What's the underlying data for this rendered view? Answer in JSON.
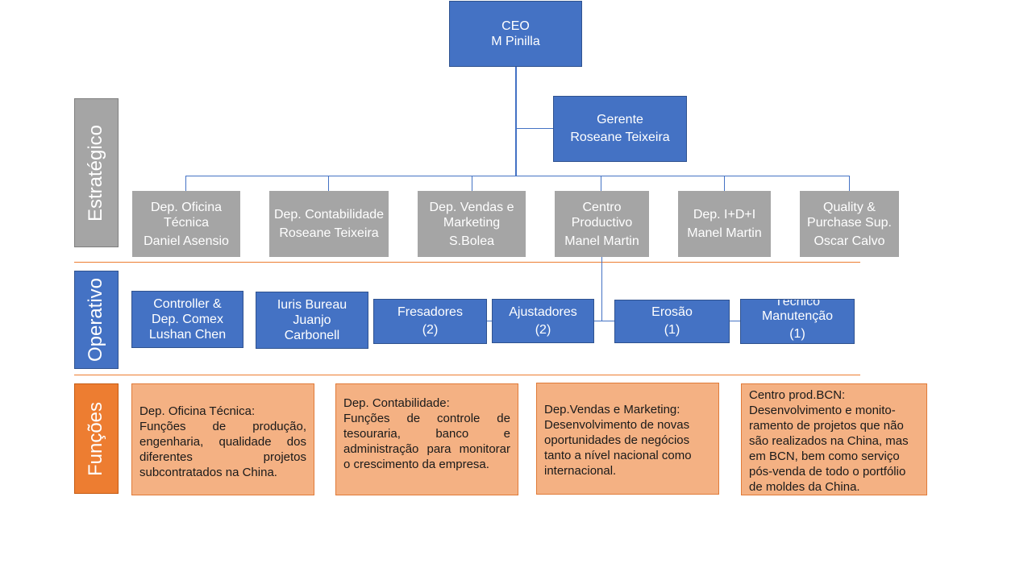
{
  "rows": {
    "estrategico": "Estratégico",
    "operativo": "Operativo",
    "funcoes": "Funções"
  },
  "ceo": {
    "title": "CEO",
    "name": "M Pinilla"
  },
  "gerente": {
    "title": "Gerente",
    "name": "Roseane Teixeira"
  },
  "departments": [
    {
      "title": "Dep. Oficina Técnica",
      "name": "Daniel Asensio"
    },
    {
      "title": "Dep. Contabilidade",
      "name": "Roseane Teixeira"
    },
    {
      "title": "Dep. Vendas e Marketing",
      "name": "S.Bolea"
    },
    {
      "title": "Centro Productivo",
      "name": "Manel Martin"
    },
    {
      "title": "Dep. I+D+I",
      "name": "Manel Martin"
    },
    {
      "title": "Quality & Purchase Sup.",
      "name": "Oscar Calvo"
    }
  ],
  "operativo": [
    {
      "title": "Controller & Dep. Comex",
      "name": "Lushan Chen"
    },
    {
      "title": "Iuris Bureau",
      "name": "Juanjo Carbonell"
    },
    {
      "title": "Fresadores",
      "count": "(2)"
    },
    {
      "title": "Ajustadores",
      "count": "(2)"
    },
    {
      "title": "Erosão",
      "count": "(1)"
    },
    {
      "title": "Técnico Manutenção",
      "count": "(1)"
    }
  ],
  "funcoes": [
    {
      "heading": "Dep. Oficina Técnica:",
      "text": "Funções de produção, engenharia, qualidade dos diferentes projetos subcontratados na China."
    },
    {
      "heading": "Dep. Contabilidade:",
      "text": "Funções de controle de tesouraria, banco e administração para monitorar o crescimento da empresa."
    },
    {
      "heading": "Dep.Vendas e Marketing:",
      "text": "Desenvolvimento de novas oportunidades de negócios tanto a nível nacional como internacional."
    },
    {
      "heading": "Centro prod.BCN:",
      "text": "Desenvolvimento e monito-ramento de projetos que não são realizados na China, mas em BCN, bem como serviço pós-venda de todo o portfólio de moldes da China."
    }
  ],
  "colors": {
    "blue": "#4472c4",
    "gray": "#a5a5a5",
    "orange_row": "#ed7d31",
    "orange_box": "#f4b183"
  }
}
